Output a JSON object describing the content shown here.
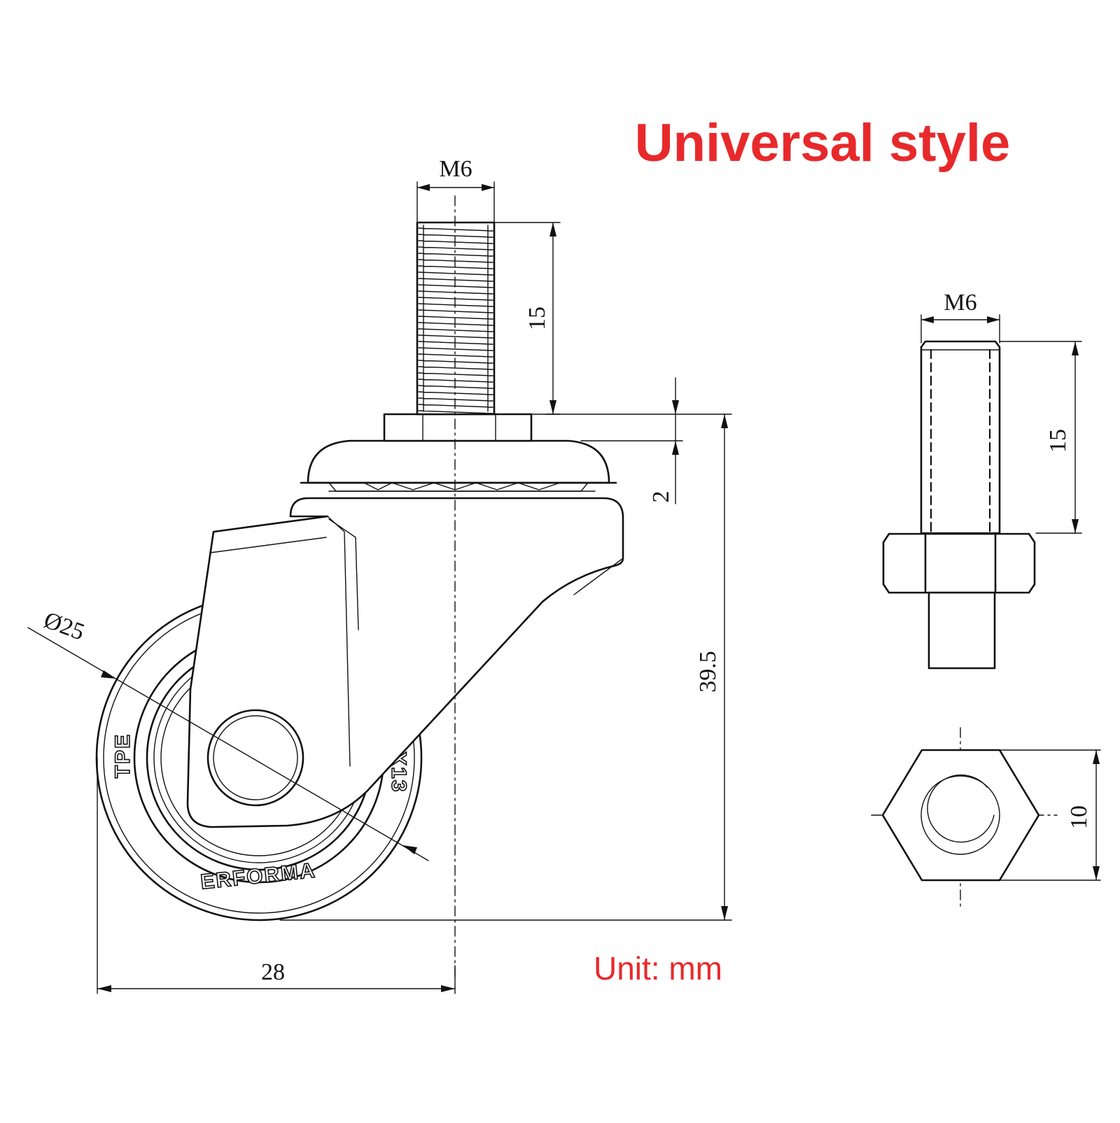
{
  "title": "Universal style",
  "unit_label": "Unit: mm",
  "colors": {
    "accent": "#e8292b",
    "line": "#111111",
    "background": "#ffffff"
  },
  "main_view": {
    "thread_label": "M6",
    "thread_length": "15",
    "plate_thickness": "2",
    "total_height": "39.5",
    "wheel_diameter": "Ø25",
    "overall_width": "28",
    "tread_text_left": "TPE",
    "tread_text_bottom": "ERFORMA",
    "tread_text_right": "25X13"
  },
  "bolt_side_view": {
    "thread_label": "M6",
    "thread_length": "15"
  },
  "nut_top_view": {
    "across_flats": "10"
  }
}
